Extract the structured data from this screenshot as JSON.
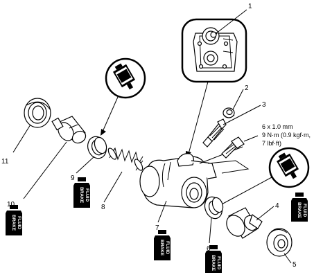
{
  "callouts": [
    "1",
    "2",
    "3",
    "4",
    "5",
    "6",
    "7",
    "8",
    "9",
    "10",
    "11"
  ],
  "torque_spec": [
    "6 x 1.0 mm",
    "9 N·m (0.9 kgf·m,",
    "7 lbf·ft)"
  ],
  "bottle_text": [
    "BRAKE",
    "FLUID"
  ],
  "icons": [
    "brake-fluid-bottle-icon",
    "grease-tube-icon",
    "arrow-icon"
  ]
}
